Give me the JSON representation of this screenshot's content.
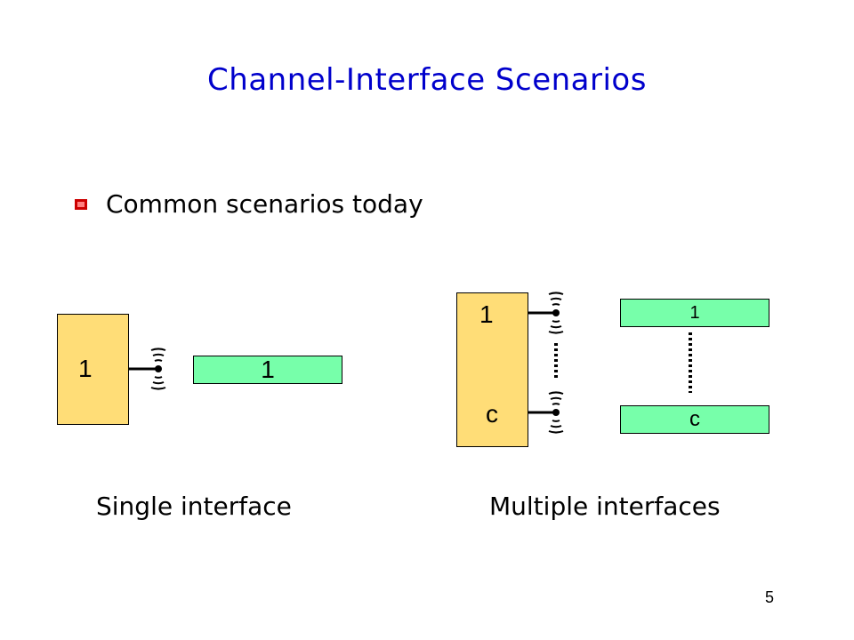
{
  "slide": {
    "title": "Channel-Interface Scenarios",
    "bullet": "Common scenarios today",
    "page_number": "5"
  },
  "single": {
    "node_label": "1",
    "channel_label": "1",
    "caption": "Single interface"
  },
  "multiple": {
    "node_top_label": "1",
    "node_bottom_label": "c",
    "channel_top_label": "1",
    "channel_bottom_label": "c",
    "caption": "Multiple interfaces"
  },
  "colors": {
    "title": "#0000cc",
    "node_fill": "#ffdd77",
    "channel_fill": "#77ffaa",
    "bullet": "#cc0000"
  },
  "icons": [
    "antenna-icon",
    "square-bullet-icon"
  ]
}
